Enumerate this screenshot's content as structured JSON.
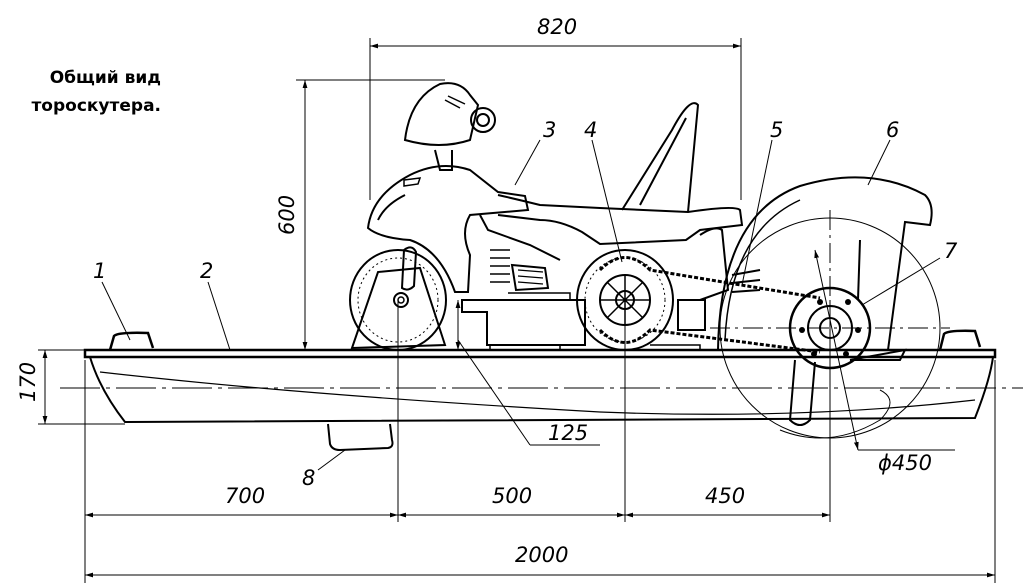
{
  "caption": {
    "line1": "Общий вид",
    "line2": "тороскутера."
  },
  "dimensions": {
    "width_top": "820",
    "height_total": "600",
    "hull_height": "170",
    "step_height": "125",
    "front_offset": "700",
    "mid_span": "500",
    "rear_span": "450",
    "overall_length": "2000",
    "wheel_diameter": "ϕ450"
  },
  "callouts": [
    "1",
    "2",
    "3",
    "4",
    "5",
    "6",
    "7",
    "8"
  ],
  "colors": {
    "line": "#000000",
    "background": "#ffffff"
  }
}
